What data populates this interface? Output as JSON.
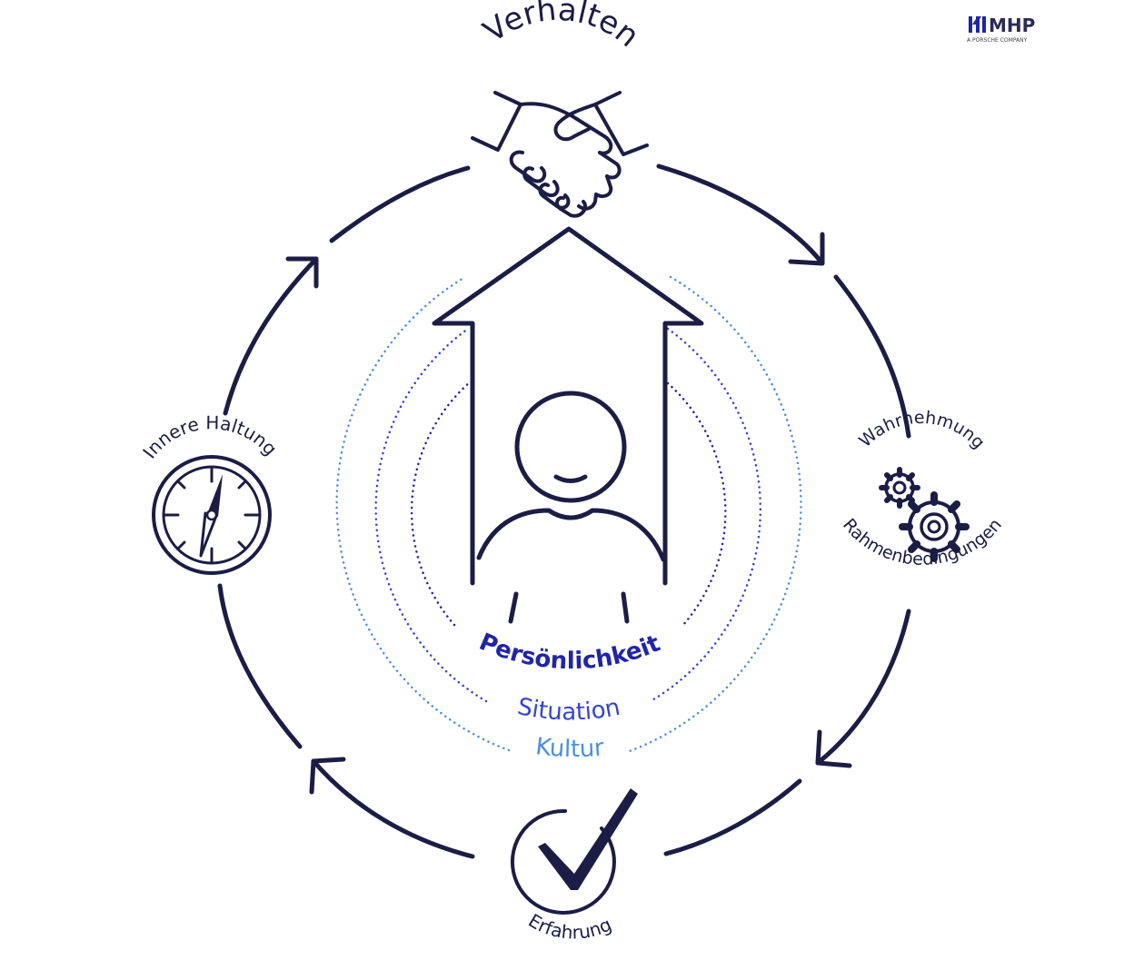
{
  "logo": {
    "wordmark": "MHP",
    "tagline": "A PORSCHE COMPANY"
  },
  "labels": {
    "top": "Verhalten",
    "right_top": "Wahrnehmung",
    "right_bottom": "Rahmenbedingungen",
    "bottom": "Erfahrung",
    "left": "Innere Haltung"
  },
  "center_labels": {
    "inner": "Persönlichkeit",
    "middle": "Situation",
    "outer": "Kultur"
  },
  "colors": {
    "ink": "#1b1d45",
    "inner": "#2024a8",
    "middle": "#3344d0",
    "outer": "#4a8ee0"
  },
  "icons": {
    "top": "handshake-icon",
    "right": "gears-icon",
    "bottom": "checkmark-icon",
    "left": "compass-icon",
    "center": "person-icon",
    "arrow": "up-arrow-icon"
  }
}
